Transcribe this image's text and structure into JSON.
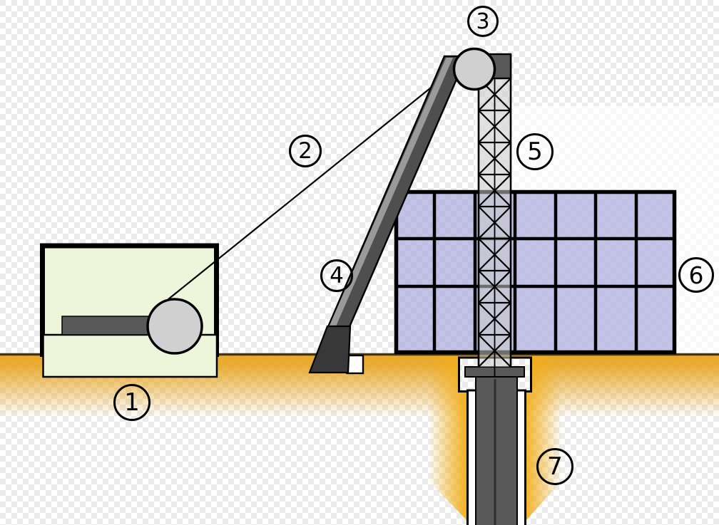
{
  "diagram": {
    "labels": [
      "1",
      "2",
      "3",
      "4",
      "5",
      "6",
      "7"
    ]
  },
  "colors": {
    "checker_light": "#ffffff",
    "checker_dark": "#ececec",
    "backdrop": "#ffffff",
    "ground": "#e8a41e",
    "ground_bright": "#f2ae19",
    "ground_line": "#2b1d00",
    "engine_house": "#edf6da",
    "metal": "#595959",
    "wheel": "#d0d0d0",
    "panel": "#a9a9dd",
    "lattice": "#c8c8c8",
    "beam": "#4f4f4f",
    "beam_highlight": "#9a9a9a",
    "foot": "#383838",
    "anchor": "#ffffff",
    "casing": "#ffffff",
    "string_core": "#2f2f2f",
    "line": "#000000"
  }
}
